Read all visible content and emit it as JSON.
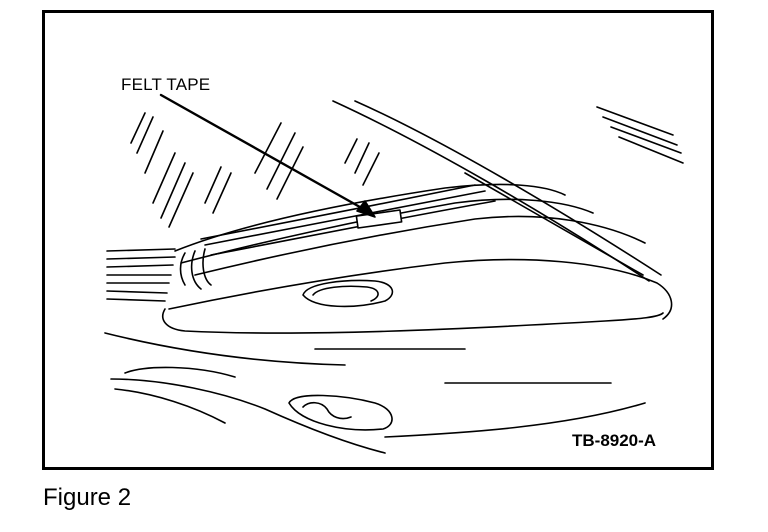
{
  "diagram": {
    "callout_label": "FELT TAPE",
    "drawing_number": "TB-8920-A"
  },
  "caption": {
    "text": "Figure 2"
  }
}
